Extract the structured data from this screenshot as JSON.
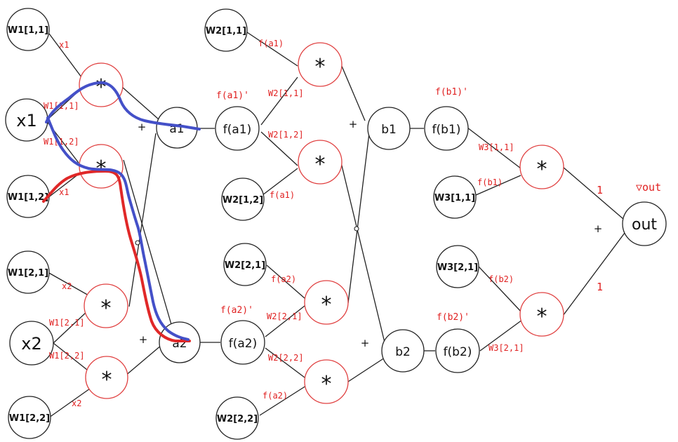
{
  "nodes": {
    "w1_11": "W1[1,1]",
    "w1_12": "W1[1,2]",
    "w1_21": "W1[2,1]",
    "w1_22": "W1[2,2]",
    "x1": "x1",
    "x2": "x2",
    "mul": "*",
    "a1": "a1",
    "a2": "a2",
    "fa1": "f(a1)",
    "fa2": "f(a2)",
    "w2_11": "W2[1,1]",
    "w2_12": "W2[1,2]",
    "w2_21": "W2[2,1]",
    "w2_22": "W2[2,2]",
    "b1": "b1",
    "b2": "b2",
    "fb1": "f(b1)",
    "fb2": "f(b2)",
    "w3_11": "W3[1,1]",
    "w3_21": "W3[2,1]",
    "out": "out"
  },
  "labels": {
    "plus": "+",
    "x1": "x1",
    "x2": "x2",
    "w1_11": "W1[1,1]",
    "w1_12": "W1[1,2]",
    "w1_21": "W1[2,1]",
    "w1_22": "W1[2,2]",
    "fa1": "f(a1)",
    "fa2": "f(a2)",
    "fa1_prime": "f(a1)'",
    "fa2_prime": "f(a2)'",
    "w2_11": "W2[1,1]",
    "w2_12": "W2[1,2]",
    "w2_21": "W2[2,1]",
    "w2_22": "W2[2,2]",
    "fb1": "f(b1)",
    "fb2": "f(b2)",
    "fb1_prime": "f(b1)'",
    "fb2_prime": "f(b2)'",
    "w3_11": "W3[1,1]",
    "w3_21": "W3[2,1]",
    "one": "1",
    "grad_out": "▽out"
  },
  "colors": {
    "edge": "#222222",
    "gradient_label": "#e02020",
    "mul_node_border": "#e04040",
    "path_blue": "#4450c8",
    "path_red": "#e02828"
  }
}
